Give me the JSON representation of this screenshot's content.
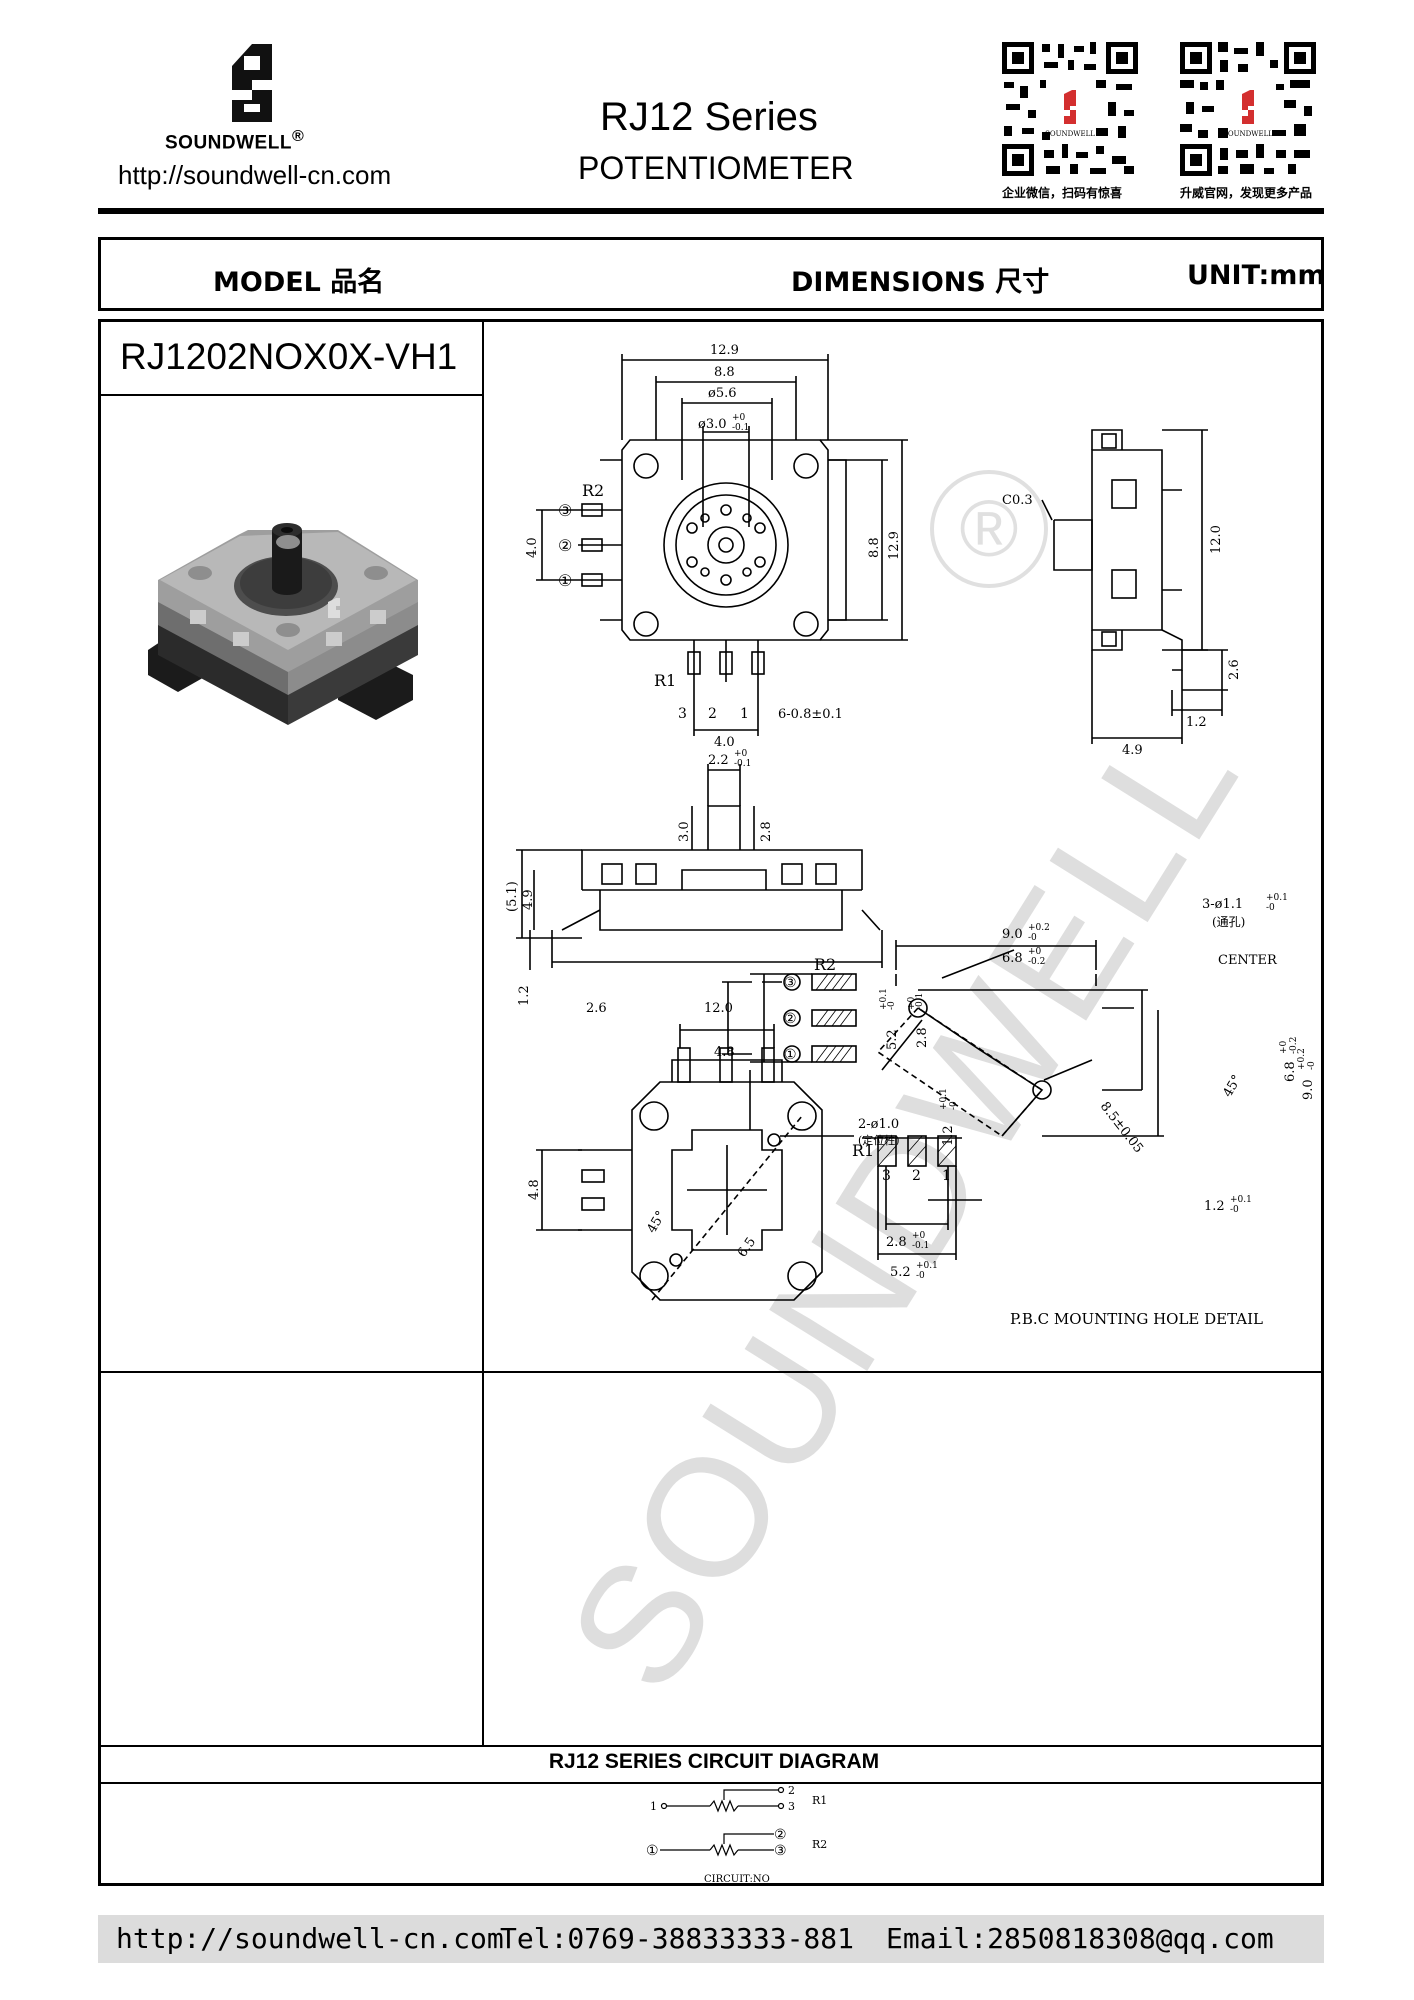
{
  "header": {
    "brand": "SOUNDWELL",
    "registered": "®",
    "url": "http://soundwell-cn.com",
    "series": "RJ12 Series",
    "product_type": "POTENTIOMETER",
    "qr_captions": [
      "企业微信，扫码有惊喜",
      "升威官网，发现更多产品"
    ],
    "qr_center_label": "SOUNDWELL"
  },
  "table_header": {
    "model": "MODEL 品名",
    "dimensions": "DIMENSIONS 尺寸",
    "unit": "UNIT:mm"
  },
  "model_name": "RJ1202NOX0X-VH1",
  "drawing": {
    "top_view": {
      "dims": [
        "12.9",
        "8.8",
        "ø5.6",
        "ø3.0",
        "+0",
        "-0.1",
        "4.0",
        "8.8",
        "12.9",
        "6-0.8±0.1",
        "4.0"
      ],
      "labels": [
        "R2",
        "R1",
        "3",
        "2",
        "1"
      ],
      "pins": [
        "③",
        "②",
        "①"
      ]
    },
    "side_view": {
      "dims": [
        "C0.3",
        "12.0",
        "2.6",
        "1.2",
        "4.9"
      ]
    },
    "front_view": {
      "dims": [
        "2.2",
        "+0",
        "-0.1",
        "3.0",
        "2.8",
        "(5.1)",
        "4.9",
        "1.2",
        "2.6",
        "12.0"
      ]
    },
    "bottom_view": {
      "dims": [
        "4.8",
        "2-ø1.0",
        "(定位柱)",
        "4.8",
        "45°",
        "6.5"
      ]
    },
    "pcb_detail": {
      "dims": [
        "9.0",
        "+0.2",
        "-0",
        "6.8",
        "+0",
        "-0.2",
        "3-ø1.1",
        "+0.1",
        "-0",
        "(通孔)",
        "CENTER",
        "5.2",
        "+0.1",
        "-0",
        "2.8",
        "+0",
        "-0.1",
        "8.5±0.05",
        "45°",
        "6.8",
        "+0",
        "-0.2",
        "9.0",
        "+0.2",
        "-0",
        "1.2",
        "+0.1",
        "-0",
        "1.2",
        "+0.1",
        "-0",
        "2.8",
        "+0",
        "-0.1",
        "5.2",
        "+0.1",
        "-0"
      ],
      "labels": [
        "R2",
        "R1",
        "3",
        "2",
        "1"
      ],
      "pins": [
        "③",
        "②",
        "①"
      ],
      "title": "P.B.C MOUNTING HOLE DETAIL"
    }
  },
  "circuit": {
    "title": "RJ12 SERIES CIRCUIT DIAGRAM",
    "r1_pins": [
      "1",
      "2",
      "3"
    ],
    "r1_label": "R1",
    "r2_pins": [
      "①",
      "②",
      "③"
    ],
    "r2_label": "R2",
    "caption": "CIRCUIT:NO"
  },
  "watermark": {
    "text": "SOUNDWELL",
    "mark": "®"
  },
  "footer": {
    "url": "http://soundwell-cn.com",
    "tel": "Tel:0769-38833333-881",
    "email": "Email:2850818308@qq.com"
  },
  "colors": {
    "line": "#000000",
    "footer_bg": "#dcdcdc",
    "logo_red": "#d32f2f",
    "logo_blue": "#1e3a8a"
  }
}
